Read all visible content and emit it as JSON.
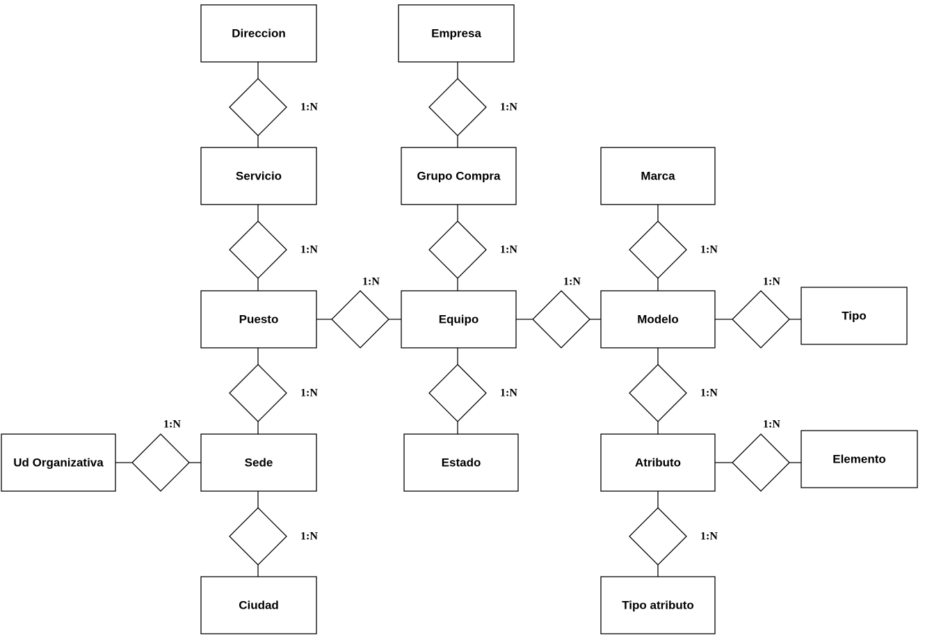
{
  "entities": [
    {
      "id": "direccion",
      "label": "Direccion"
    },
    {
      "id": "empresa",
      "label": "Empresa"
    },
    {
      "id": "servicio",
      "label": "Servicio"
    },
    {
      "id": "grupo_compra",
      "label": "Grupo Compra"
    },
    {
      "id": "marca",
      "label": "Marca"
    },
    {
      "id": "puesto",
      "label": "Puesto"
    },
    {
      "id": "equipo",
      "label": "Equipo"
    },
    {
      "id": "modelo",
      "label": "Modelo"
    },
    {
      "id": "tipo",
      "label": "Tipo"
    },
    {
      "id": "ud_organizativa",
      "label": "Ud Organizativa"
    },
    {
      "id": "sede",
      "label": "Sede"
    },
    {
      "id": "estado",
      "label": "Estado"
    },
    {
      "id": "atributo",
      "label": "Atributo"
    },
    {
      "id": "elemento",
      "label": "Elemento"
    },
    {
      "id": "ciudad",
      "label": "Ciudad"
    },
    {
      "id": "tipo_atributo",
      "label": "Tipo atributo"
    }
  ],
  "relationships": [
    {
      "from": "direccion",
      "to": "servicio",
      "cardinality": "1:N"
    },
    {
      "from": "empresa",
      "to": "grupo_compra",
      "cardinality": "1:N"
    },
    {
      "from": "servicio",
      "to": "puesto",
      "cardinality": "1:N"
    },
    {
      "from": "grupo_compra",
      "to": "equipo",
      "cardinality": "1:N"
    },
    {
      "from": "marca",
      "to": "modelo",
      "cardinality": "1:N"
    },
    {
      "from": "puesto",
      "to": "equipo",
      "cardinality": "1:N"
    },
    {
      "from": "equipo",
      "to": "modelo",
      "cardinality": "1:N"
    },
    {
      "from": "modelo",
      "to": "tipo",
      "cardinality": "1:N"
    },
    {
      "from": "puesto",
      "to": "sede",
      "cardinality": "1:N"
    },
    {
      "from": "equipo",
      "to": "estado",
      "cardinality": "1:N"
    },
    {
      "from": "modelo",
      "to": "atributo",
      "cardinality": "1:N"
    },
    {
      "from": "ud_organizativa",
      "to": "sede",
      "cardinality": "1:N"
    },
    {
      "from": "atributo",
      "to": "elemento",
      "cardinality": "1:N"
    },
    {
      "from": "sede",
      "to": "ciudad",
      "cardinality": "1:N"
    },
    {
      "from": "atributo",
      "to": "tipo_atributo",
      "cardinality": "1:N"
    }
  ]
}
